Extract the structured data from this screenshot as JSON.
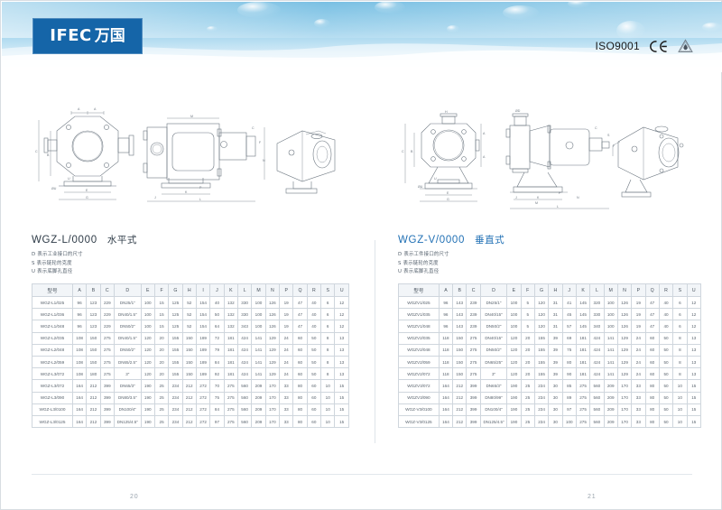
{
  "header": {
    "logo_latin": "IFEC",
    "logo_cjk": "万国",
    "iso_label": "ISO9001",
    "ce_mark": "CE",
    "tri_mark": "explosion-proof-mark"
  },
  "sections": [
    {
      "model": "WGZ-L/0000",
      "type_cn": "水平式",
      "notes": [
        {
          "key": "D",
          "text": "表示工业接口的尺寸"
        },
        {
          "key": "S",
          "text": "表示链轮的克度"
        },
        {
          "key": "U",
          "text": "表示底脚孔直径"
        }
      ],
      "columns": [
        "型号",
        "A",
        "B",
        "C",
        "D",
        "E",
        "F",
        "G",
        "H",
        "I",
        "J",
        "K",
        "L",
        "M",
        "N",
        "P",
        "Q",
        "R",
        "S",
        "U"
      ],
      "rows": [
        [
          "WGZ-L1/025",
          "96",
          "123",
          "229",
          "DN25/1\"",
          "100",
          "15",
          "125",
          "52",
          "154",
          "40",
          "132",
          "330",
          "100",
          "126",
          "19",
          "47",
          "40",
          "6",
          "12"
        ],
        [
          "WGZ-L1/036",
          "96",
          "123",
          "229",
          "DN40/1.5\"",
          "100",
          "15",
          "125",
          "52",
          "154",
          "50",
          "132",
          "330",
          "100",
          "126",
          "19",
          "47",
          "40",
          "6",
          "12"
        ],
        [
          "WGZ-L1/048",
          "96",
          "123",
          "229",
          "DN50/2\"",
          "100",
          "15",
          "125",
          "52",
          "154",
          "64",
          "132",
          "343",
          "100",
          "126",
          "19",
          "47",
          "40",
          "6",
          "12"
        ],
        [
          "WGZ-L2/035",
          "108",
          "150",
          "275",
          "DN40/1.5\"",
          "120",
          "20",
          "155",
          "150",
          "189",
          "72",
          "181",
          "424",
          "141",
          "129",
          "24",
          "60",
          "50",
          "8",
          "13"
        ],
        [
          "WGZ-L2/048",
          "108",
          "150",
          "275",
          "DN50/2\"",
          "120",
          "20",
          "155",
          "150",
          "189",
          "79",
          "181",
          "424",
          "141",
          "129",
          "24",
          "60",
          "50",
          "8",
          "13"
        ],
        [
          "WGZ-L2/059",
          "108",
          "150",
          "275",
          "DN65/2.5\"",
          "120",
          "20",
          "155",
          "150",
          "189",
          "84",
          "181",
          "424",
          "141",
          "129",
          "24",
          "60",
          "50",
          "8",
          "13"
        ],
        [
          "WGZ-L3/072",
          "108",
          "180",
          "275",
          "3\"",
          "120",
          "20",
          "155",
          "150",
          "189",
          "92",
          "181",
          "424",
          "141",
          "129",
          "24",
          "60",
          "50",
          "8",
          "13"
        ],
        [
          "WGZ-L3/072",
          "164",
          "212",
          "399",
          "DN65/3\"",
          "190",
          "25",
          "234",
          "212",
          "272",
          "70",
          "275",
          "560",
          "209",
          "170",
          "33",
          "80",
          "60",
          "10",
          "15"
        ],
        [
          "WGZ-L3/090",
          "164",
          "212",
          "399",
          "DN80/3.5\"",
          "190",
          "25",
          "234",
          "212",
          "272",
          "75",
          "275",
          "560",
          "209",
          "170",
          "33",
          "80",
          "60",
          "10",
          "15"
        ],
        [
          "WGZ-L3/0100",
          "164",
          "212",
          "399",
          "DN100/4\"",
          "190",
          "25",
          "234",
          "212",
          "272",
          "84",
          "275",
          "560",
          "209",
          "170",
          "33",
          "80",
          "60",
          "10",
          "15"
        ],
        [
          "WGZ-L3/0125",
          "164",
          "212",
          "399",
          "DN125/4.5\"",
          "190",
          "25",
          "234",
          "212",
          "272",
          "97",
          "275",
          "560",
          "209",
          "170",
          "33",
          "80",
          "60",
          "10",
          "15"
        ]
      ]
    },
    {
      "model": "WGZ-V/0000",
      "type_cn": "垂直式",
      "notes": [
        {
          "key": "D",
          "text": "表示工件接口的尺寸"
        },
        {
          "key": "S",
          "text": "表示链轮的克度"
        },
        {
          "key": "U",
          "text": "表示底脚孔直径"
        }
      ],
      "columns": [
        "型号",
        "A",
        "B",
        "C",
        "D",
        "E",
        "F",
        "G",
        "H",
        "J",
        "K",
        "L",
        "M",
        "N",
        "P",
        "Q",
        "R",
        "S",
        "U"
      ],
      "rows": [
        [
          "WGZV1/025",
          "96",
          "143",
          "239",
          "DN25/1\"",
          "100",
          "5",
          "120",
          "31",
          "41",
          "145",
          "320",
          "100",
          "126",
          "19",
          "47",
          "40",
          "6",
          "12"
        ],
        [
          "WGZV1/035",
          "96",
          "143",
          "239",
          "DN40/15\"",
          "100",
          "5",
          "120",
          "31",
          "45",
          "145",
          "330",
          "100",
          "126",
          "19",
          "47",
          "40",
          "6",
          "12"
        ],
        [
          "WGZV1/048",
          "96",
          "143",
          "239",
          "DN50/2\"",
          "100",
          "5",
          "120",
          "31",
          "57",
          "145",
          "340",
          "100",
          "126",
          "19",
          "47",
          "40",
          "6",
          "12"
        ],
        [
          "WGZV2/035",
          "118",
          "150",
          "275",
          "DN40/15\"",
          "120",
          "20",
          "155",
          "39",
          "69",
          "181",
          "424",
          "141",
          "129",
          "24",
          "60",
          "50",
          "8",
          "13"
        ],
        [
          "WGZV2/048",
          "118",
          "150",
          "275",
          "DN50/2\"",
          "120",
          "20",
          "155",
          "39",
          "75",
          "181",
          "424",
          "141",
          "129",
          "24",
          "60",
          "50",
          "8",
          "13"
        ],
        [
          "WGZV2/059",
          "118",
          "150",
          "275",
          "DN65/25\"",
          "120",
          "20",
          "155",
          "39",
          "80",
          "181",
          "424",
          "141",
          "129",
          "24",
          "60",
          "50",
          "8",
          "13"
        ],
        [
          "WGZV2/072",
          "118",
          "150",
          "275",
          "3\"",
          "120",
          "20",
          "155",
          "39",
          "90",
          "181",
          "424",
          "141",
          "129",
          "24",
          "60",
          "50",
          "8",
          "13"
        ],
        [
          "WGZV3/072",
          "164",
          "212",
          "399",
          "DN65/3\"",
          "190",
          "25",
          "234",
          "30",
          "85",
          "275",
          "560",
          "209",
          "170",
          "33",
          "80",
          "50",
          "10",
          "15"
        ],
        [
          "WGZV3/090",
          "164",
          "212",
          "399",
          "DN80/99\"",
          "190",
          "25",
          "234",
          "30",
          "89",
          "275",
          "560",
          "209",
          "170",
          "33",
          "80",
          "50",
          "10",
          "15"
        ],
        [
          "WGZ-V3/0100",
          "164",
          "212",
          "399",
          "DN100/4\"",
          "190",
          "25",
          "234",
          "30",
          "97",
          "275",
          "560",
          "209",
          "170",
          "33",
          "80",
          "50",
          "10",
          "15"
        ],
        [
          "WGZ-V3/0125",
          "164",
          "212",
          "399",
          "DN125/4.5\"",
          "190",
          "25",
          "234",
          "30",
          "100",
          "275",
          "560",
          "209",
          "170",
          "33",
          "80",
          "50",
          "10",
          "15"
        ]
      ]
    }
  ],
  "footer": {
    "page_left": "20",
    "page_right": "21"
  }
}
